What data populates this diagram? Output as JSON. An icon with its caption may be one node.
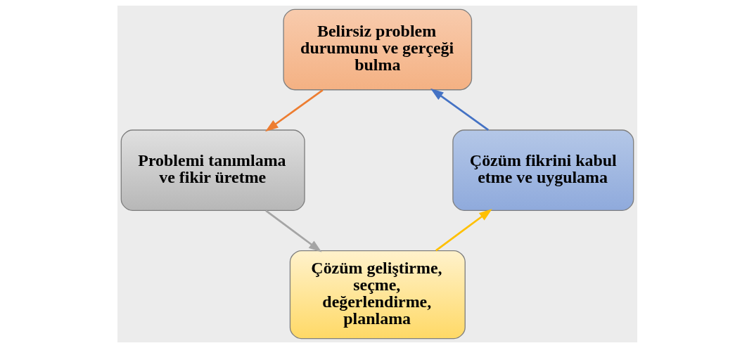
{
  "diagram": {
    "nodes": [
      {
        "text": [
          "Belirsiz problem durumunu ve gerçeği bulma"
        ]
      },
      {
        "text": [
          "Problemi tanımlama ve fikir üretme"
        ]
      },
      {
        "text": [
          "Çözüm geliştirme, seçme, değerlendirme, planlama"
        ]
      },
      {
        "text": [
          "Çözüm fikrini kabul etme ve uygulama"
        ]
      }
    ],
    "edges": [
      {
        "from": 0,
        "to": 1,
        "arrow": "to",
        "color": "#ed7d31"
      },
      {
        "from": 1,
        "to": 2,
        "arrow": "to",
        "color": "#a5a5a5"
      },
      {
        "from": 2,
        "to": 3,
        "arrow": "to",
        "color": "#ffc000"
      },
      {
        "from": 3,
        "to": 0,
        "arrow": "to",
        "color": "#4472c4"
      }
    ]
  }
}
